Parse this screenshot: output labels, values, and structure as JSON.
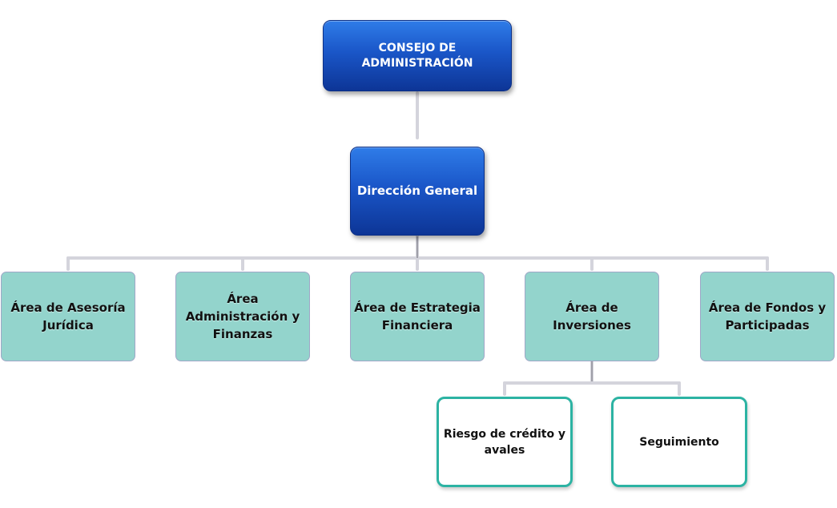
{
  "colors": {
    "top_box": "#1a56c8",
    "area_box": "#93d4cc",
    "sub_box_border": "#2cb3a3",
    "connector": "#d0d0d8"
  },
  "diagram": {
    "board": {
      "line1": "CONSEJO DE",
      "line2": "ADMINISTRACIÓN"
    },
    "director": {
      "label": "Dirección General"
    },
    "areas": [
      {
        "line1": "Área de Asesoría",
        "line2": "Jurídica"
      },
      {
        "line1": "Área",
        "line2": "Administración y",
        "line3": "Finanzas"
      },
      {
        "line1": "Área de Estrategia",
        "line2": "Financiera"
      },
      {
        "line1": "Área de",
        "line2": "Inversiones"
      },
      {
        "line1": "Área de Fondos y",
        "line2": "Participadas"
      }
    ],
    "investment_units": [
      {
        "line1": "Riesgo de crédito y",
        "line2": "avales"
      },
      {
        "line1": "Seguimiento"
      }
    ]
  }
}
